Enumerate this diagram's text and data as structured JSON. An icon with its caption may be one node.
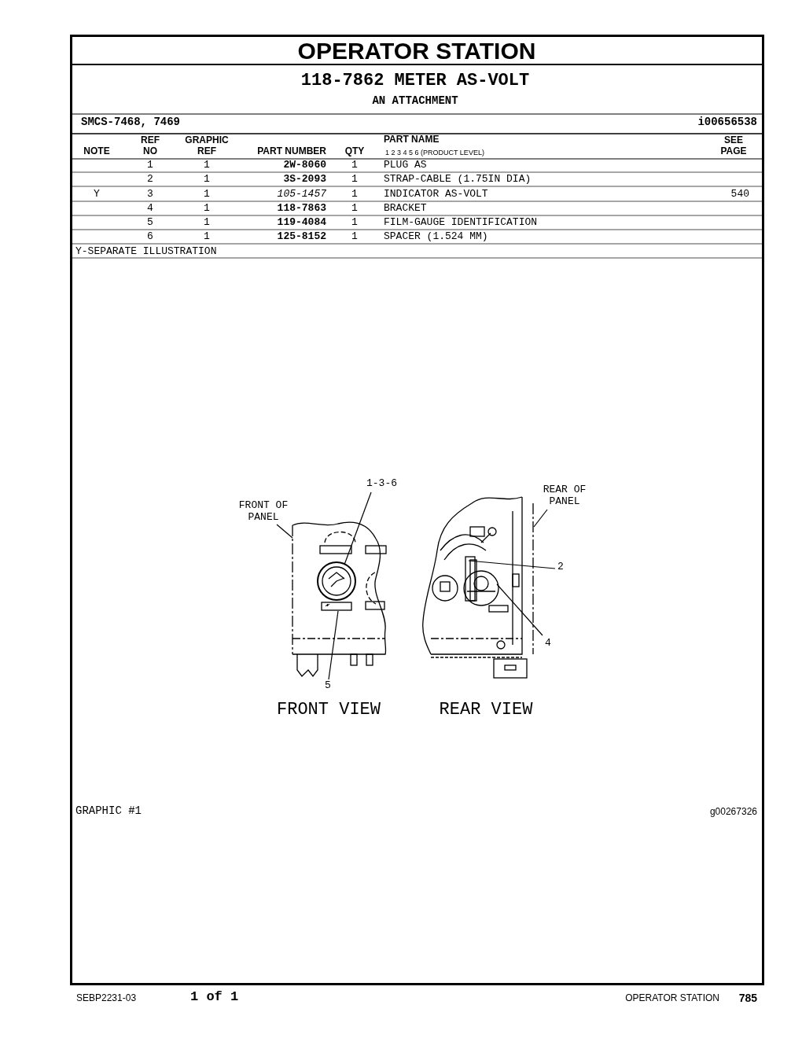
{
  "diagram": {
    "title": "OPERATOR STATION",
    "nodes": [
      {
        "text": [
          "FRONT OF PANEL"
        ]
      },
      {
        "text": [
          "1-3-6"
        ]
      },
      {
        "text": [
          "REAR OF PANEL"
        ]
      },
      {
        "text": [
          "2"
        ]
      },
      {
        "text": [
          "4"
        ]
      },
      {
        "text": [
          "5"
        ]
      },
      {
        "text": [],
        "shape": "picture"
      },
      {
        "text": [],
        "shape": "picture"
      }
    ],
    "edges": [
      {
        "from": 0,
        "to": 6,
        "arrow": "none"
      },
      {
        "from": 1,
        "to": 6,
        "arrow": "none"
      },
      {
        "from": 2,
        "to": 7,
        "arrow": "none"
      },
      {
        "from": 3,
        "to": 7,
        "arrow": "none"
      },
      {
        "from": 4,
        "to": 7,
        "arrow": "none"
      },
      {
        "from": 5,
        "to": 6,
        "arrow": "none"
      }
    ],
    "labels": [
      "118-7862 METER AS-VOLT",
      "AN ATTACHMENT",
      "SMCS-7468, 7469",
      "i00656538",
      "NOTE",
      "REF NO",
      "GRAPHIC REF",
      "PART NUMBER",
      "QTY",
      "PART NAME",
      "1 2 3 4 5 6 (PRODUCT LEVEL)",
      "SEE PAGE",
      "1",
      "1",
      "2W-8060",
      "1",
      "PLUG AS",
      "2",
      "1",
      "3S-2093",
      "1",
      "STRAP-CABLE (1.75IN DIA)",
      "Y",
      "3",
      "1",
      "105-1457",
      "1",
      "INDICATOR AS-VOLT",
      "540",
      "4",
      "1",
      "118-7863",
      "1",
      "BRACKET",
      "5",
      "1",
      "119-4084",
      "1",
      "FILM-GAUGE IDENTIFICATION",
      "6",
      "1",
      "125-8152",
      "1",
      "SPACER (1.524 MM)",
      "Y-SEPARATE ILLUSTRATION",
      "FRONT VIEW",
      "REAR VIEW",
      "GRAPHIC #1",
      "g00267326",
      "SEBP2231-03",
      "1 of 1",
      "OPERATOR STATION",
      "785"
    ]
  }
}
